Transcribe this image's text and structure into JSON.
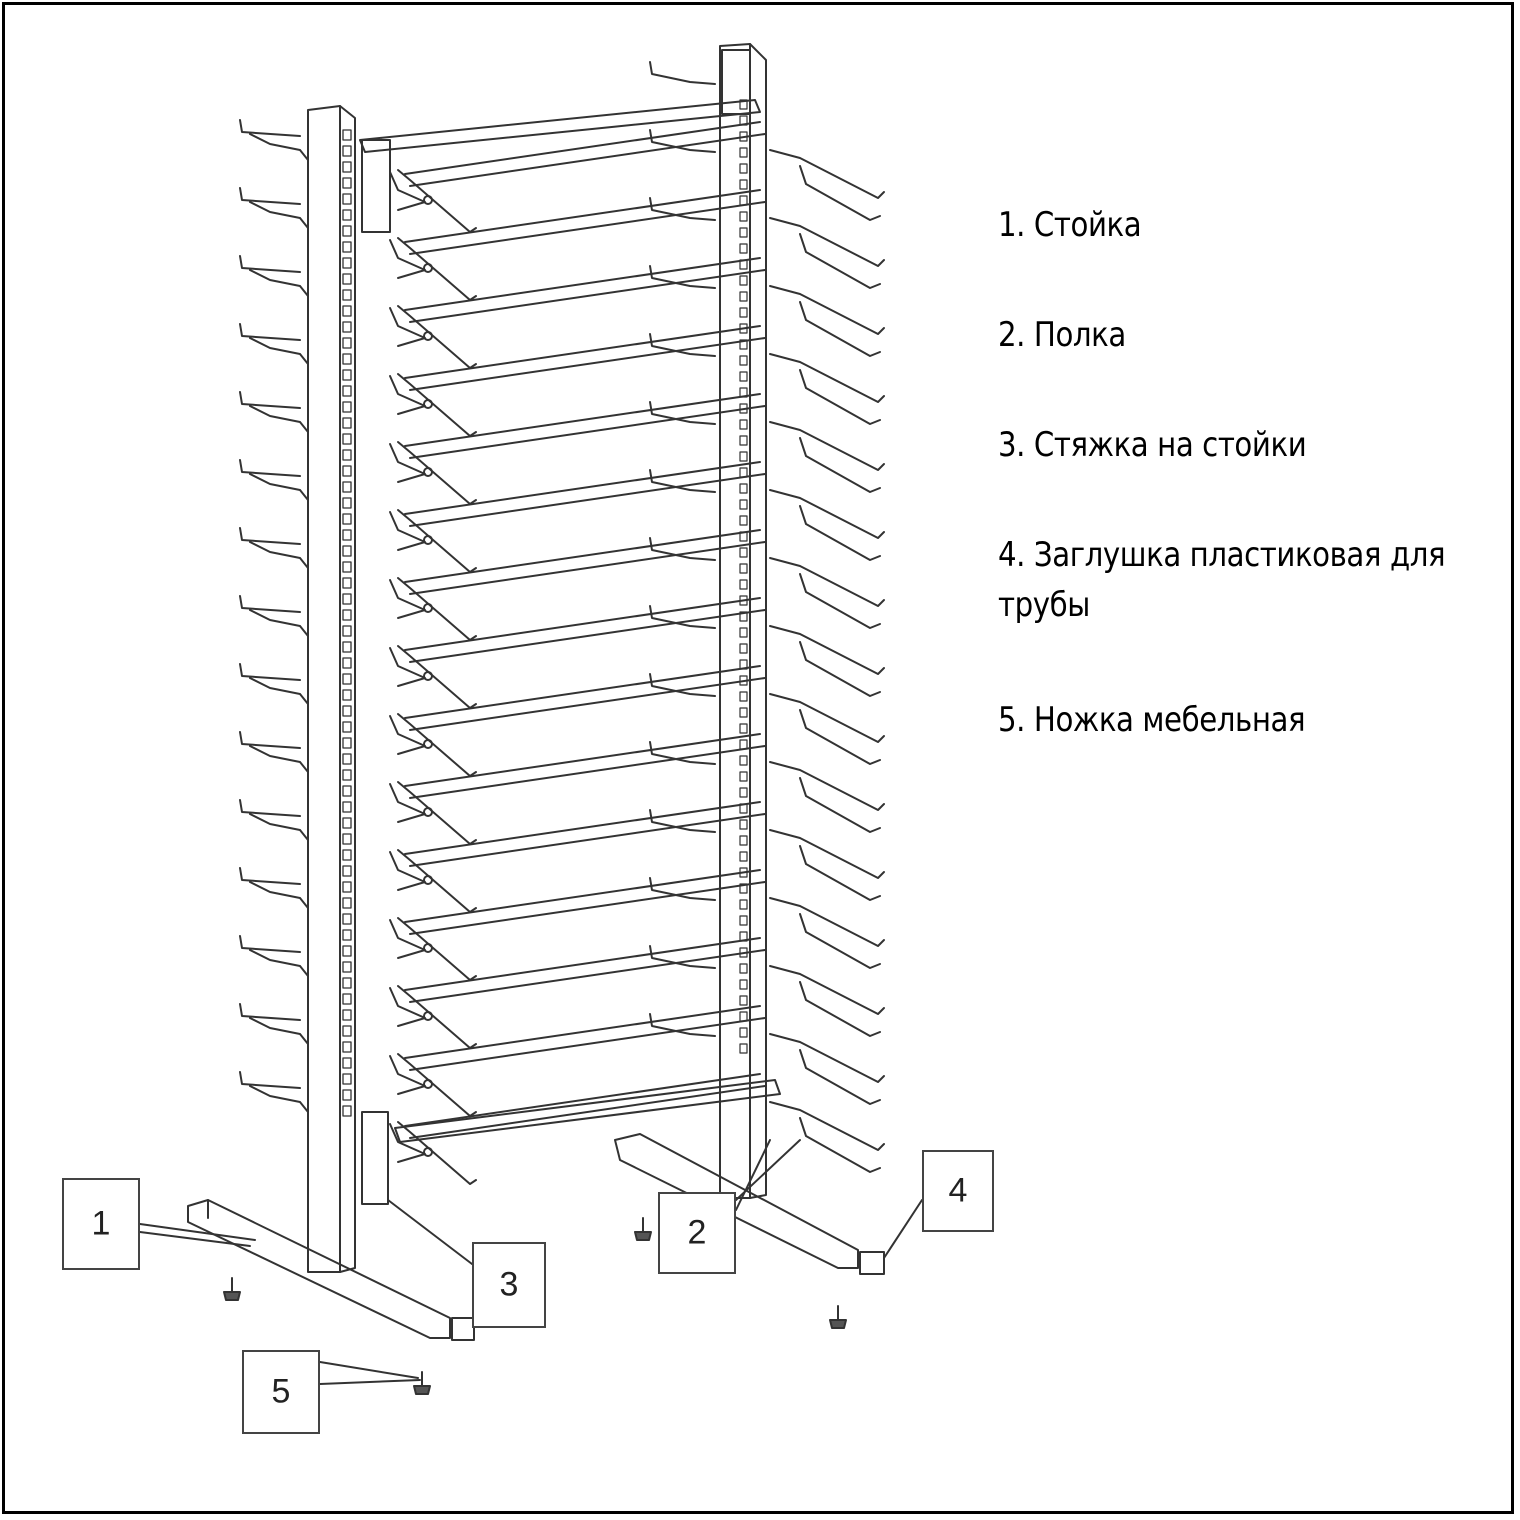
{
  "legend": {
    "items": [
      {
        "text": "1. Стойка"
      },
      {
        "text": "2. Полка"
      },
      {
        "text": "3. Стяжка на стойки"
      },
      {
        "text": "4. Заглушка пластиковая для трубы"
      },
      {
        "text": "5. Ножка мебельная"
      }
    ]
  },
  "callouts": [
    "1",
    "2",
    "3",
    "4",
    "5"
  ],
  "colors": {
    "line": "#333333",
    "frame": "#000000",
    "text": "#000000"
  }
}
